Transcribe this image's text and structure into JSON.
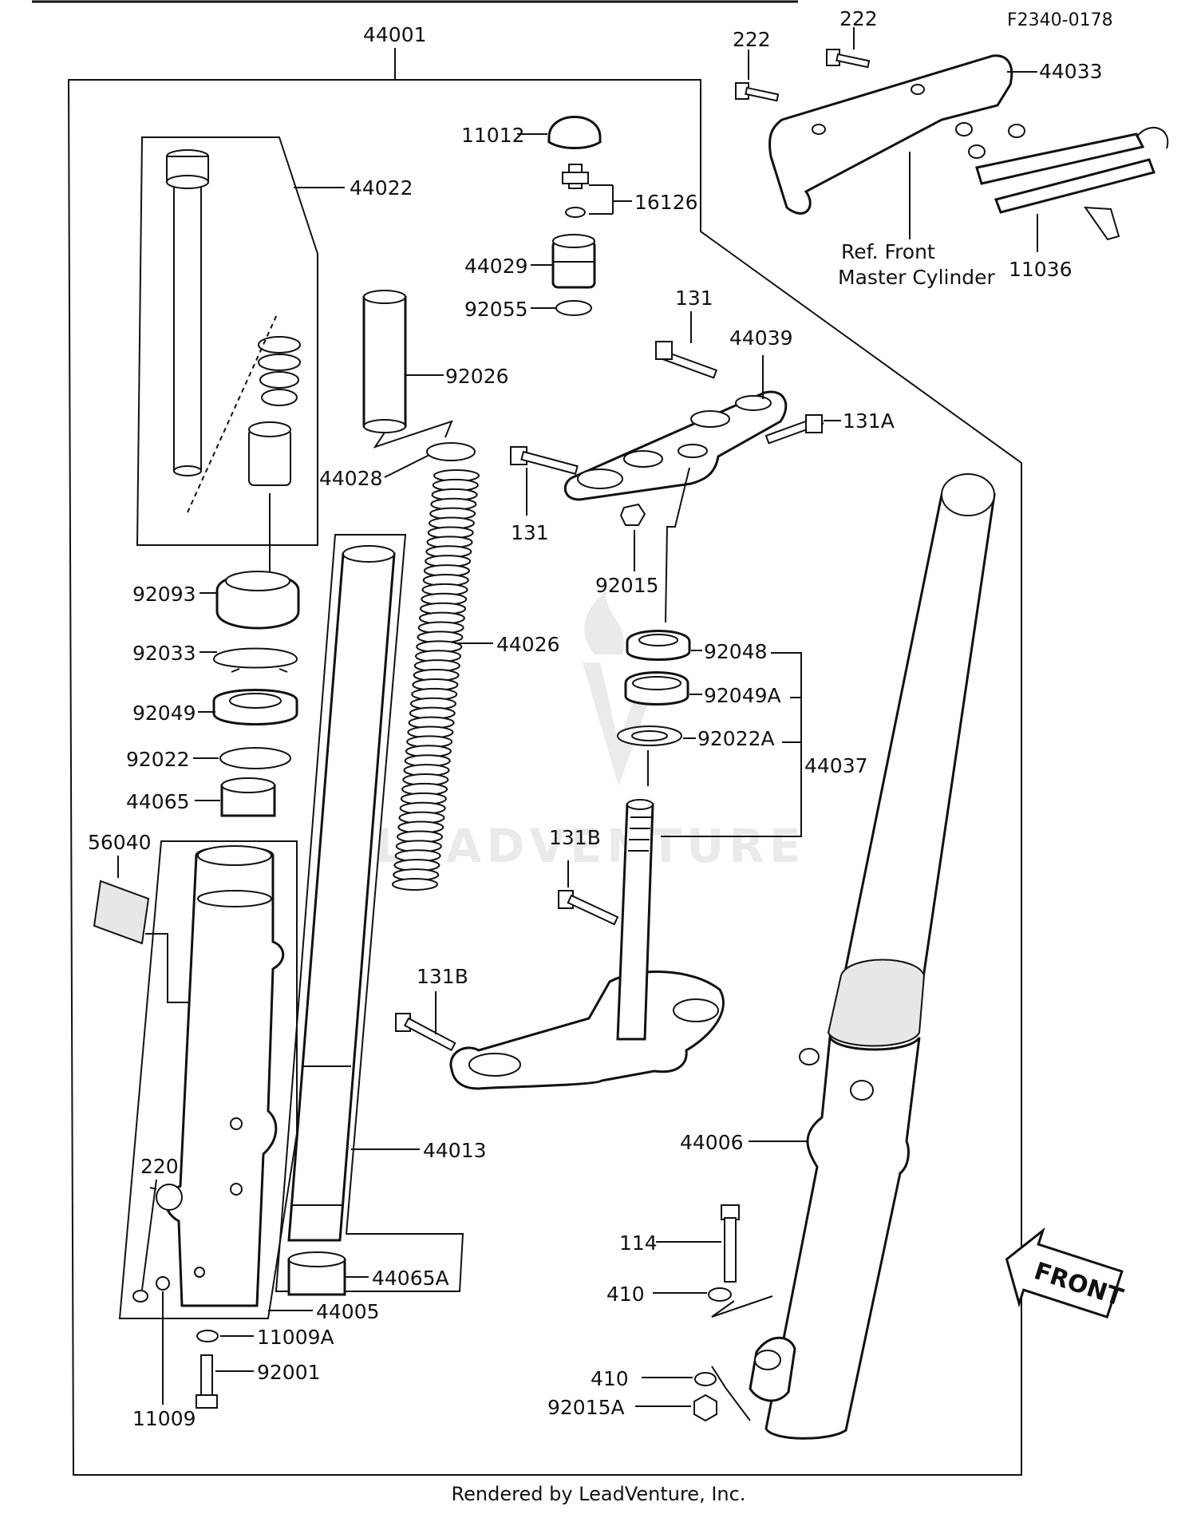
{
  "diagram_code": "F2340-0178",
  "footer": "Rendered by LeadVenture, Inc.",
  "watermark": "LEADVENTURE",
  "front_marker": "FRONT",
  "ref_note": [
    "Ref. Front",
    "Master Cylinder"
  ],
  "labels": {
    "p44001": "44001",
    "p44022": "44022",
    "p11012": "11012",
    "p16126": "16126",
    "p44029": "44029",
    "p92055": "92055",
    "p92026": "92026",
    "p44028": "44028",
    "p44026": "44026",
    "p131a": "131",
    "p131b": "131",
    "p44039": "44039",
    "p131A": "131A",
    "p92015": "92015",
    "p92048": "92048",
    "p92049A": "92049A",
    "p92022A": "92022A",
    "p44037": "44037",
    "p131Ba": "131B",
    "p131Bb": "131B",
    "p92093": "92093",
    "p92033": "92033",
    "p92049": "92049",
    "p92022": "92022",
    "p44065": "44065",
    "p56040": "56040",
    "p44013": "44013",
    "p44065A": "44065A",
    "p44005": "44005",
    "p220": "220",
    "p11009A": "11009A",
    "p92001": "92001",
    "p11009": "11009",
    "p44006": "44006",
    "p114": "114",
    "p410a": "410",
    "p410b": "410",
    "p92015A": "92015A",
    "p222a": "222",
    "p222b": "222",
    "p44033": "44033",
    "p11036": "11036"
  }
}
